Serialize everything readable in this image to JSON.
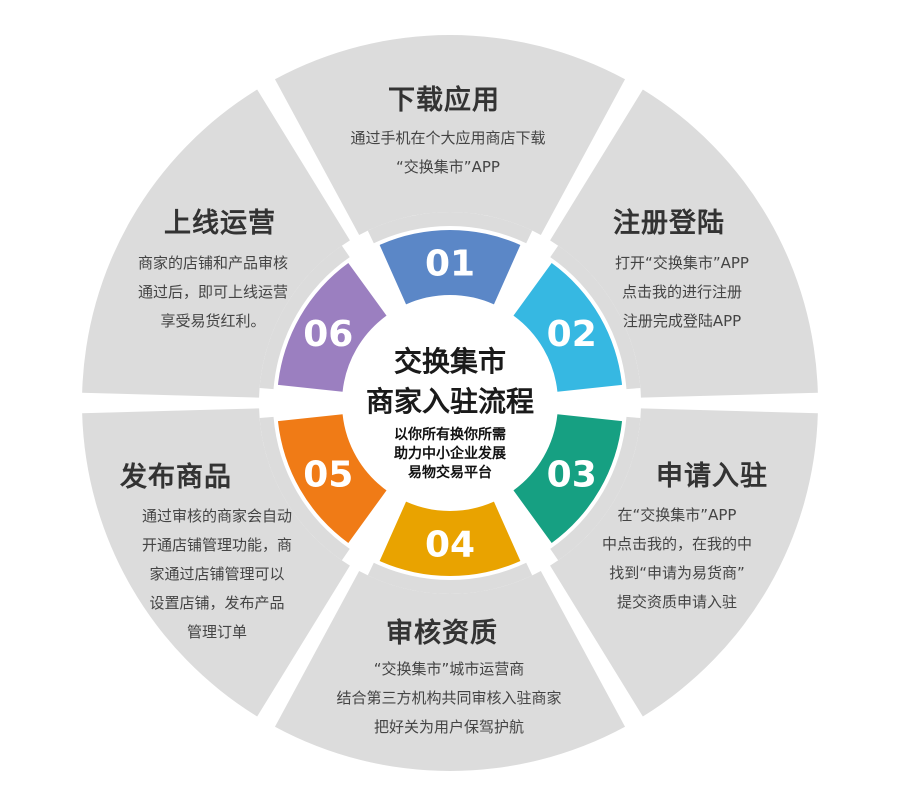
{
  "center": {
    "title_line1": "交换集市",
    "title_line2": "商家入驻流程",
    "subtitle_lines": [
      "以你所有换你所需",
      "助力中小企业发展",
      "易物交易平台"
    ]
  },
  "steps": [
    {
      "number": "01",
      "title": "下载应用",
      "color": "#5b87c7",
      "desc": [
        "通过手机在个大应用商店下载",
        "“交换集市”APP"
      ]
    },
    {
      "number": "02",
      "title": "注册登陆",
      "color": "#36b8e2",
      "desc": [
        "打开“交换集市”APP",
        "点击我的进行注册",
        "注册完成登陆APP"
      ]
    },
    {
      "number": "03",
      "title": "申请入驻",
      "color": "#16a082",
      "desc": [
        "在“交换集市”APP",
        "中点击我的，在我的中",
        "找到“申请为易货商”",
        "提交资质申请入驻"
      ]
    },
    {
      "number": "04",
      "title": "审核资质",
      "color": "#e9a300",
      "desc": [
        "“交换集市”城市运营商",
        "结合第三方机构共同审核入驻商家",
        "把好关为用户保驾护航"
      ]
    },
    {
      "number": "05",
      "title": "发布商品",
      "color": "#f07b16",
      "desc": [
        "通过审核的商家会自动",
        "开通店铺管理功能，商",
        "家通过店铺管理可以",
        "设置店铺，发布产品",
        "管理订单"
      ]
    },
    {
      "number": "06",
      "title": "上线运营",
      "color": "#9b7fc0",
      "desc": [
        "商家的店铺和产品审核",
        "通过后，即可上线运营",
        "享受易货红利。"
      ]
    }
  ],
  "colors": {
    "outer_segment": "#dcdcdc",
    "center": "#ffffff"
  }
}
